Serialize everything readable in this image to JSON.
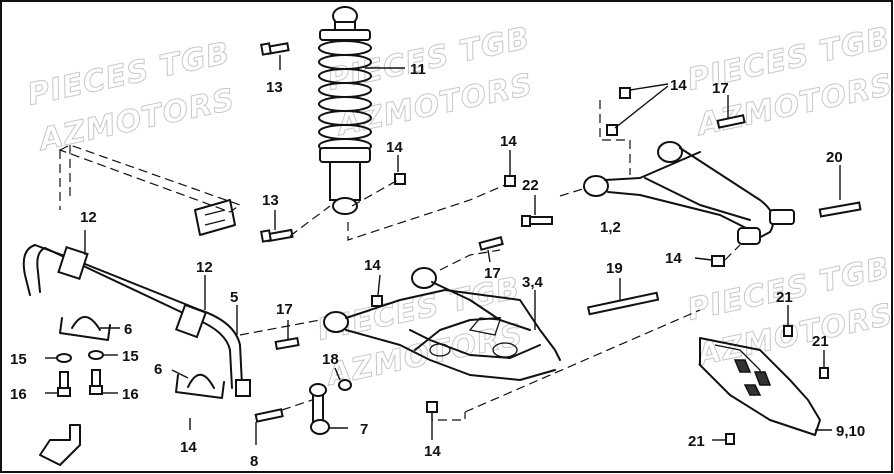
{
  "watermarks": [
    "PIECES TGB",
    "AZMOTORS"
  ],
  "callouts": [
    "1,2",
    "3,4",
    "5",
    "6",
    "7",
    "8",
    "9,10",
    "11",
    "12",
    "13",
    "14",
    "15",
    "16",
    "17",
    "18",
    "19",
    "20",
    "21",
    "22"
  ]
}
